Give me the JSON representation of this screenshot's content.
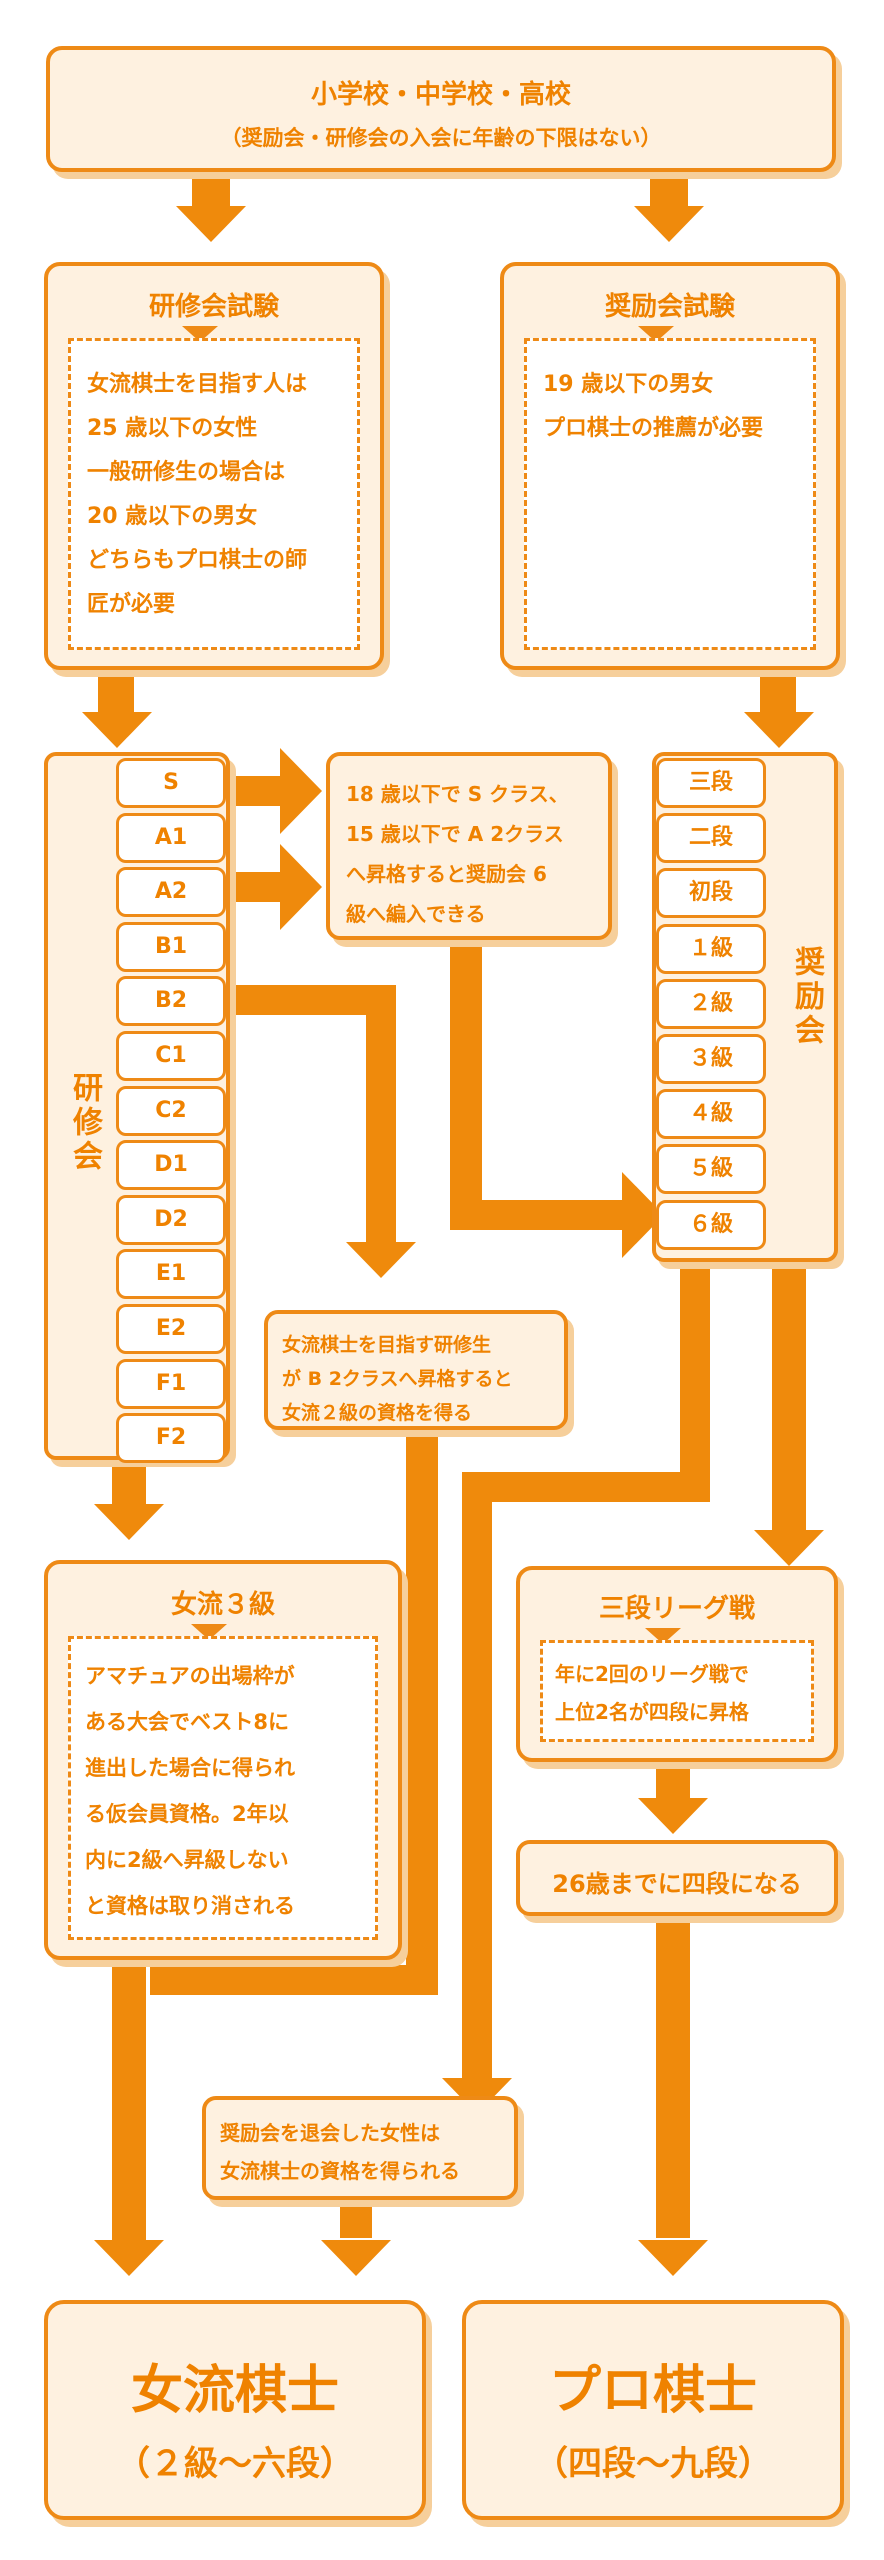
{
  "top": {
    "title": "小学校・中学校・高校",
    "subtitle": "（奨励会・研修会の入会に年齢の下限はない）"
  },
  "kenshukai_exam": {
    "title": "研修会試験",
    "body": "女流棋士を目指す人は\n25 歳以下の女性\n一般研修生の場合は\n20 歳以下の男女\nどちらもプロ棋士の師\n匠が必要"
  },
  "shoreikai_exam": {
    "title": "奨励会試験",
    "body": "19 歳以下の男女\nプロ棋士の推薦が必要"
  },
  "kenshukai": {
    "label": "研修会",
    "ranks": [
      "S",
      "A1",
      "A2",
      "B1",
      "B2",
      "C1",
      "C2",
      "D1",
      "D2",
      "E1",
      "E2",
      "F1",
      "F2"
    ]
  },
  "shoreikai": {
    "label": "奨励会",
    "ranks": [
      "三段",
      "二段",
      "初段",
      "１級",
      "２級",
      "３級",
      "４級",
      "５級",
      "６級"
    ]
  },
  "transfer_note": {
    "body": "18 歳以下で S クラス、\n15 歳以下で A 2クラス\nへ昇格すると奨励会 6\n級へ編入できる"
  },
  "b2_note": {
    "body": "女流棋士を目指す研修生\nが B 2クラスへ昇格すると\n女流２級の資格を得る"
  },
  "joryu3": {
    "title": "女流３級",
    "body": "アマチュアの出場枠が\nある大会でベスト8に\n進出した場合に得られ\nる仮会員資格。2年以\n内に2級へ昇級しない\nと資格は取り消される"
  },
  "sandan_league": {
    "title": "三段リーグ戦",
    "body": "年に2回のリーグ戦で\n上位2名が四段に昇格"
  },
  "age26": {
    "body": "26歳までに四段になる"
  },
  "retire_note": {
    "body": "奨励会を退会した女性は\n女流棋士の資格を得られる"
  },
  "joryu_kishi": {
    "title": "女流棋士",
    "range": "（２級〜六段）"
  },
  "pro_kishi": {
    "title": "プロ棋士",
    "range": "（四段〜九段）"
  },
  "colors": {
    "accent": "#ef8200",
    "box_fill": "#fef1e0",
    "shadow": "#f6cf9b"
  }
}
